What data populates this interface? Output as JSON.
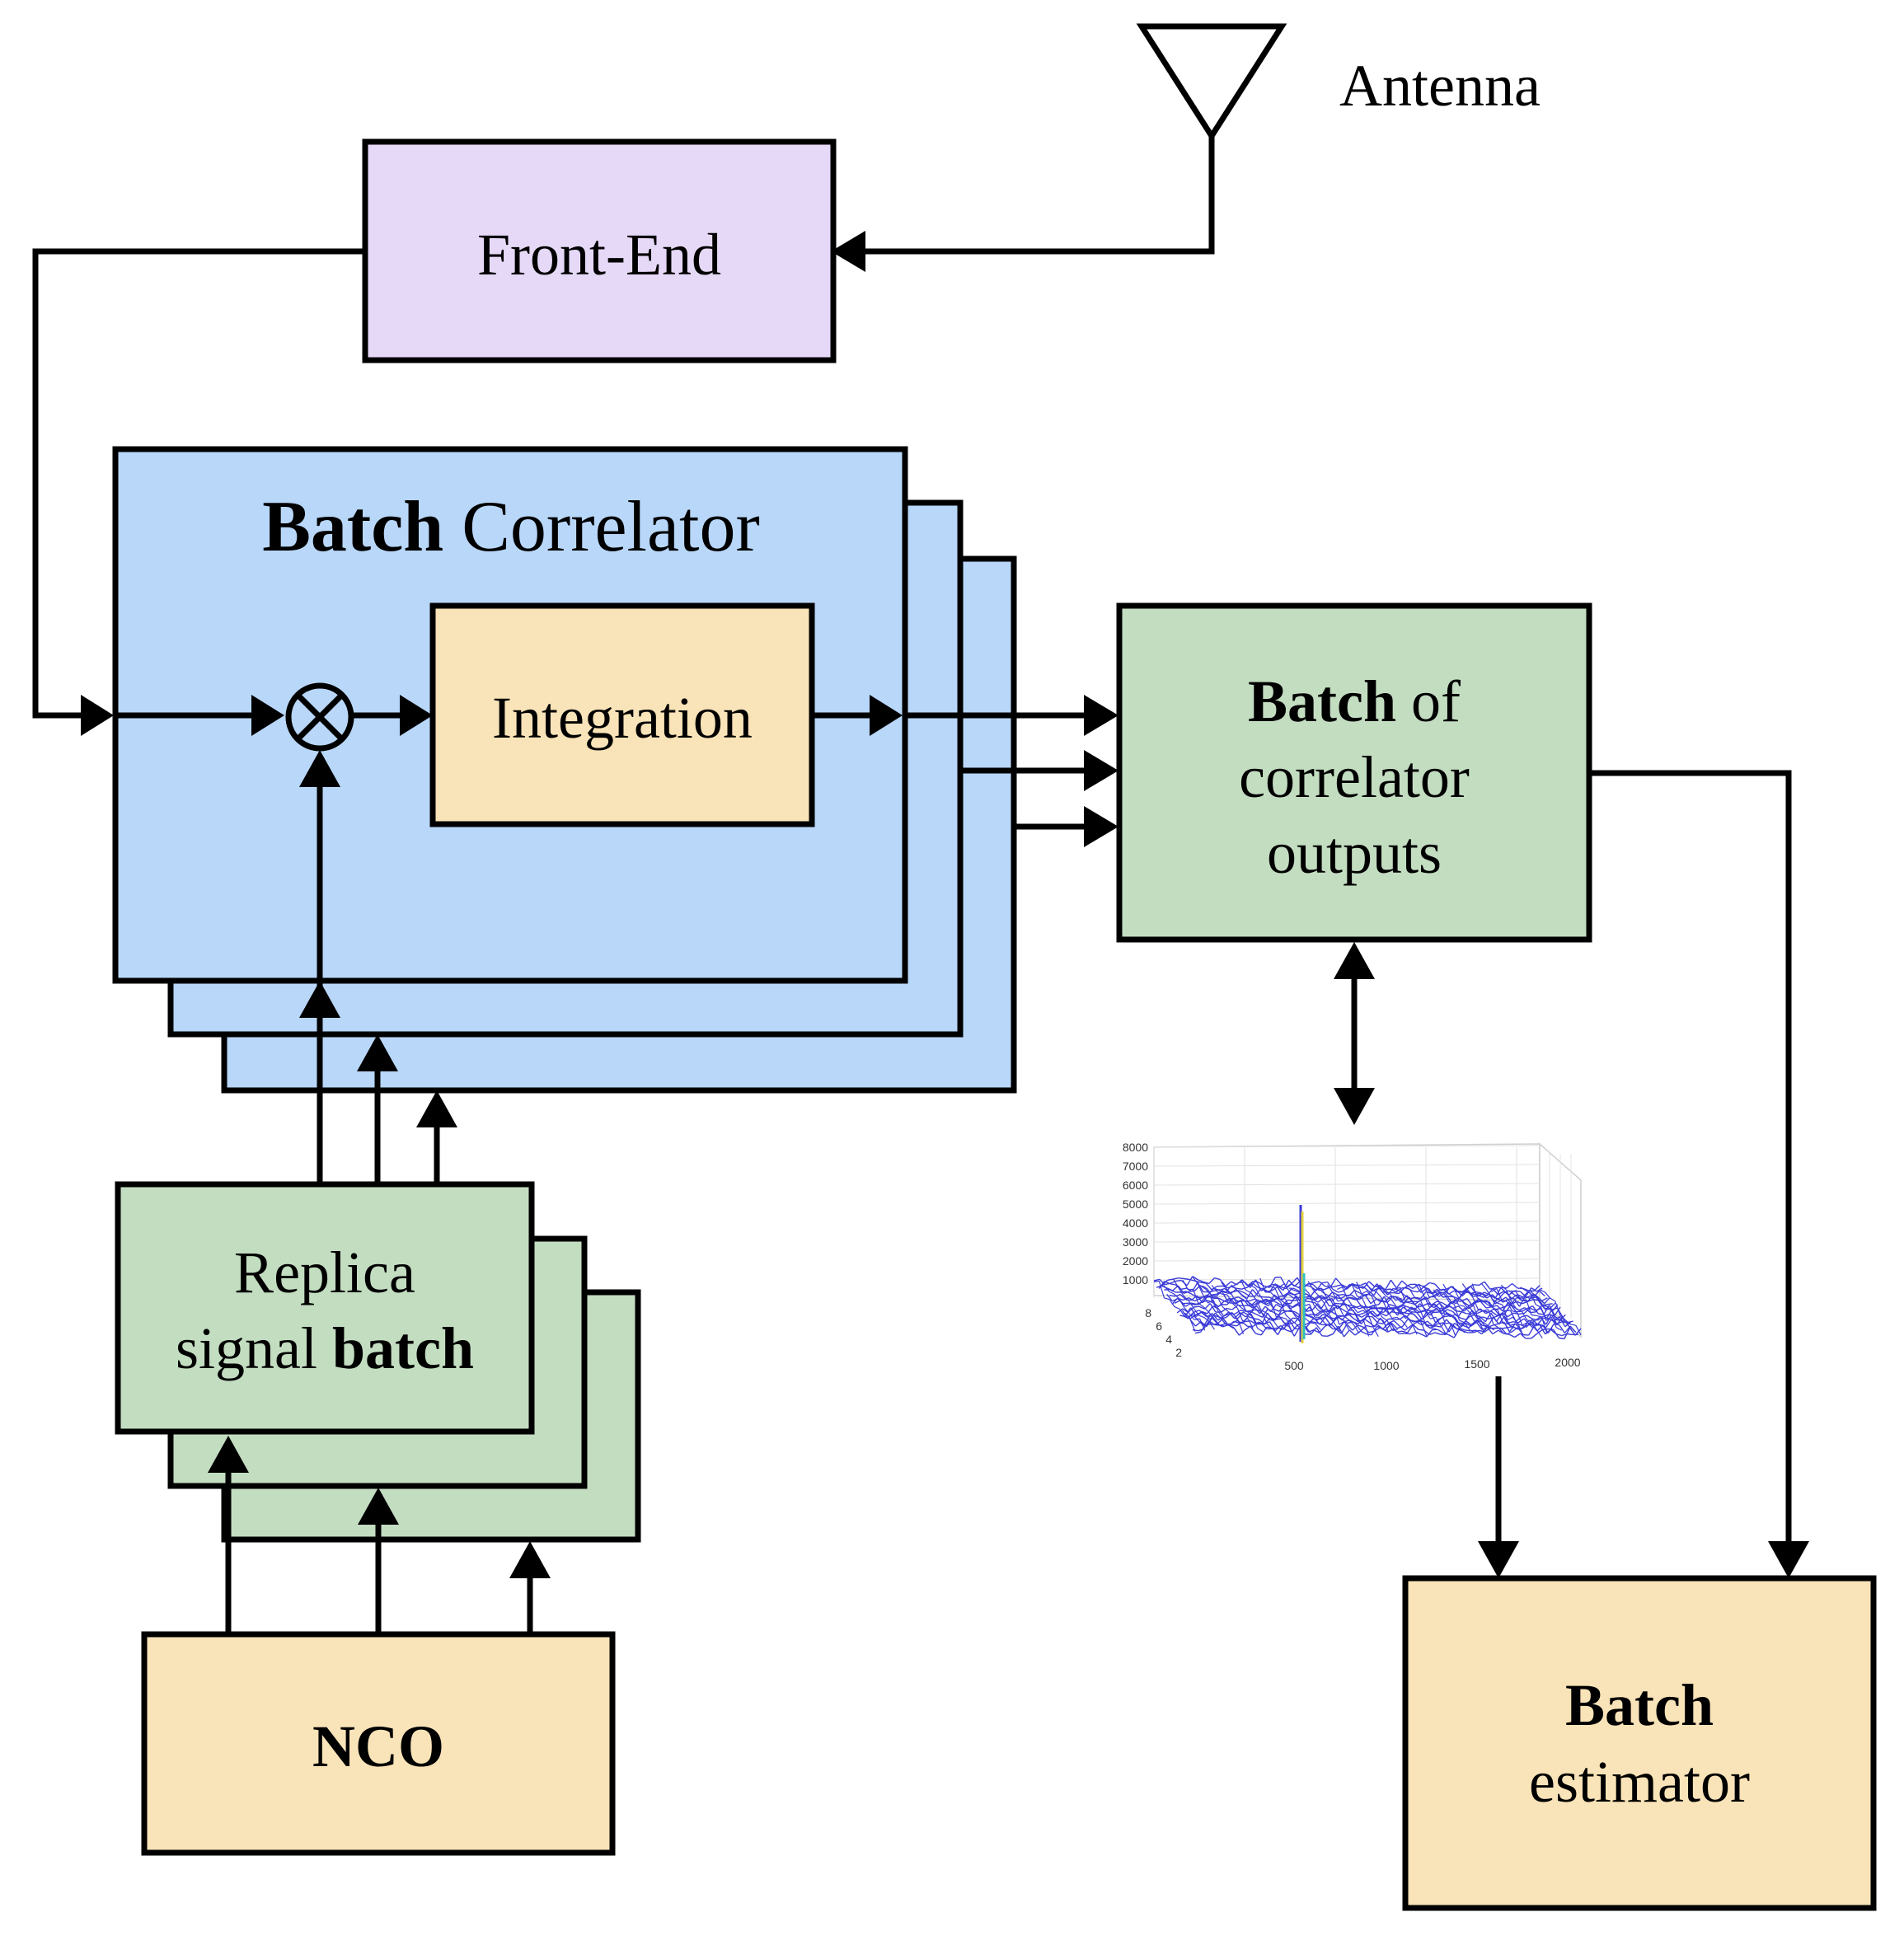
{
  "antenna": {
    "label": "Antenna"
  },
  "front_end": {
    "label": "Front-End",
    "fill": "#E6D9F7"
  },
  "batch_correlator": {
    "title_bold": "Batch",
    "title_rest": " Correlator",
    "fill": "#B9D7F9"
  },
  "integration": {
    "label": "Integration",
    "fill": "#F9E3B8"
  },
  "batch_outputs": {
    "line1_bold": "Batch",
    "line1_rest": " of",
    "line2": "correlator",
    "line3": "outputs",
    "fill": "#C3DDC1"
  },
  "replica": {
    "line1": "Replica",
    "line2_plain": "signal ",
    "line2_bold": "batch",
    "fill": "#C3DDC1"
  },
  "nco": {
    "label": "NCO",
    "fill": "#F9E3B8"
  },
  "batch_estimator": {
    "line1": "Batch",
    "line2": "estimator",
    "fill": "#F9E3B8"
  },
  "surface_plot": {
    "z_ticks": [
      "8000",
      "7000",
      "6000",
      "5000",
      "4000",
      "3000",
      "2000",
      "1000"
    ],
    "y_ticks": [
      "8",
      "6",
      "4",
      "2"
    ],
    "x_ticks": [
      "500",
      "1000",
      "1500",
      "2000"
    ],
    "noise_color": "#3A3AD8",
    "peak_color": "#E0D040"
  }
}
